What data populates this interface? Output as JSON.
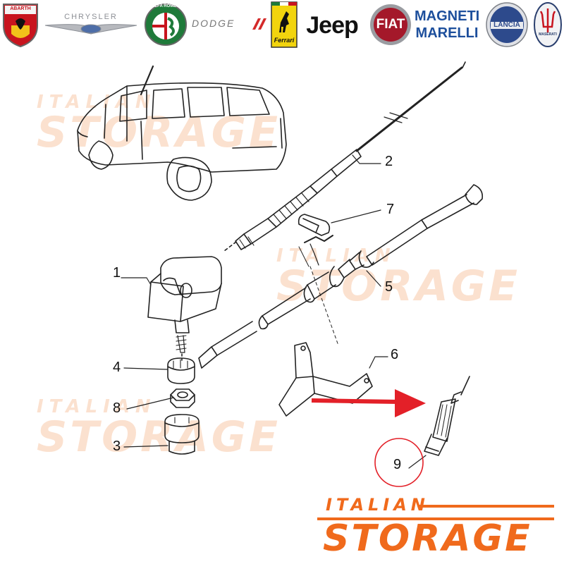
{
  "brands": [
    {
      "name": "ABARTH",
      "icon": "abarth-logo-icon"
    },
    {
      "name": "CHRYSLER",
      "icon": "chrysler-logo-icon"
    },
    {
      "name": "ALFA ROMEO",
      "icon": "alfa-romeo-logo-icon"
    },
    {
      "name": "DODGE",
      "icon": "dodge-logo-icon"
    },
    {
      "name": "Ferrari",
      "icon": "ferrari-logo-icon"
    },
    {
      "name": "Jeep",
      "icon": "jeep-logo-icon"
    },
    {
      "name": "FIAT",
      "icon": "fiat-logo-icon"
    },
    {
      "name": "MAGNETI",
      "icon": "magneti-marelli-logo-icon"
    },
    {
      "name": "MARELLI",
      "icon": "magneti-marelli-logo-icon"
    },
    {
      "name": "LANCIA",
      "icon": "lancia-logo-icon"
    },
    {
      "name": "MASERATI",
      "icon": "maserati-logo-icon"
    }
  ],
  "watermark": {
    "line1": "ITALIAN",
    "line2": "STORAGE"
  },
  "logo": {
    "line1": "ITALIAN",
    "line2": "STORAGE",
    "color": "#f06a1c"
  },
  "callouts": [
    "1",
    "2",
    "3",
    "4",
    "5",
    "6",
    "7",
    "8",
    "9"
  ],
  "colors": {
    "arrow": "#e32028",
    "highlight_circle": "#e32028",
    "line_art": "#222222",
    "watermark": "#f8c9a9"
  }
}
